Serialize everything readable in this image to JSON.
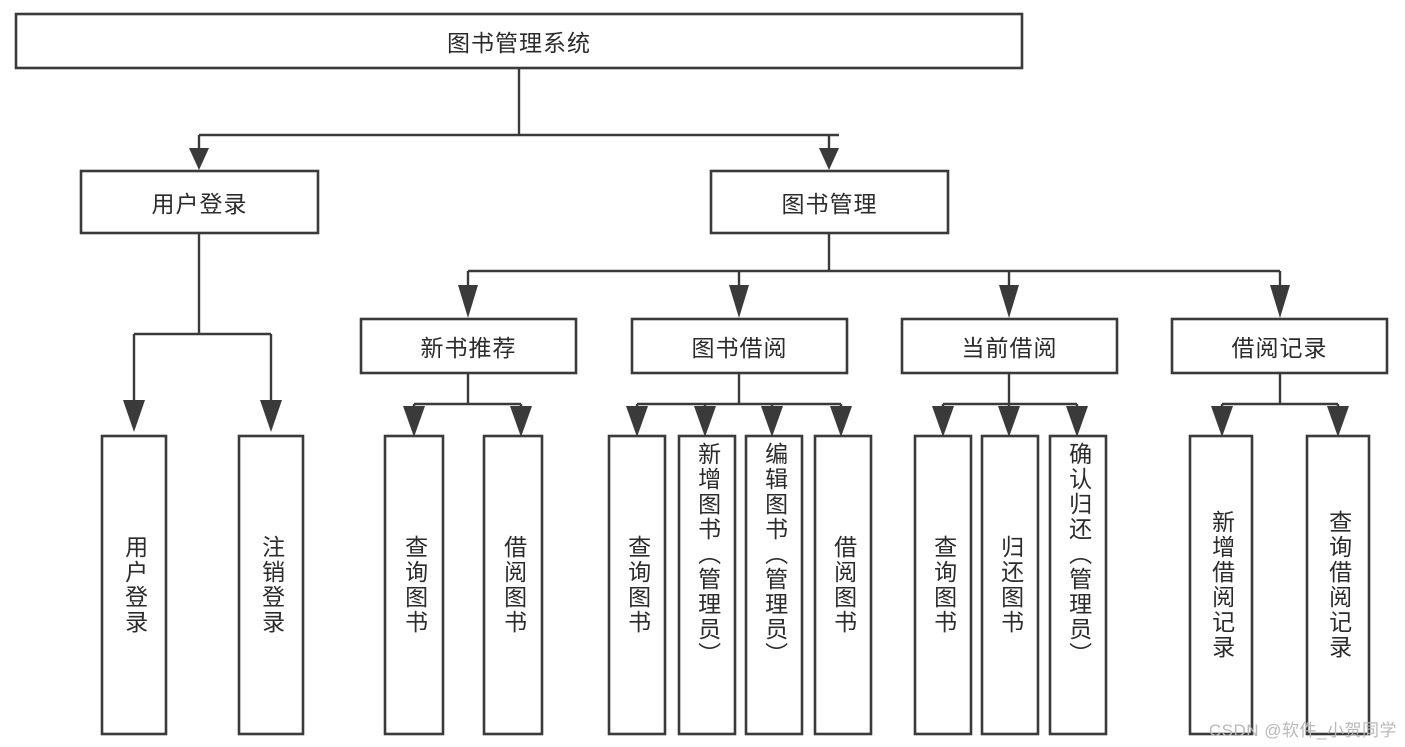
{
  "diagram": {
    "type": "tree-hierarchy-chart",
    "title": "图书管理系统",
    "watermark": "CSDN @软件_小贺同学",
    "colors": {
      "background": "#ffffff",
      "box_fill": "#ffffff",
      "box_stroke": "#3a3a3a",
      "connector": "#3a3a3a",
      "text": "#2b2b2b",
      "watermark": "#b9b9b9"
    },
    "root": {
      "label": "图书管理系统",
      "orientation": "horizontal"
    },
    "level2": [
      {
        "label": "用户登录",
        "orientation": "horizontal"
      },
      {
        "label": "图书管理",
        "orientation": "horizontal"
      }
    ],
    "level3": [
      {
        "label": "新书推荐",
        "orientation": "horizontal"
      },
      {
        "label": "图书借阅",
        "orientation": "horizontal"
      },
      {
        "label": "当前借阅",
        "orientation": "horizontal"
      },
      {
        "label": "借阅记录",
        "orientation": "horizontal"
      }
    ],
    "leaves": {
      "user_login": [
        {
          "label": "用户登录",
          "orientation": "vertical"
        },
        {
          "label": "注销登录",
          "orientation": "vertical"
        }
      ],
      "new_book_recommend": [
        {
          "label": "查询图书",
          "orientation": "vertical"
        },
        {
          "label": "借阅图书",
          "orientation": "vertical"
        }
      ],
      "book_borrow": [
        {
          "label": "查询图书",
          "orientation": "vertical"
        },
        {
          "label": "新增图书（管理员）",
          "orientation": "vertical"
        },
        {
          "label": "编辑图书（管理员）",
          "orientation": "vertical"
        },
        {
          "label": "借阅图书",
          "orientation": "vertical"
        }
      ],
      "current_borrow": [
        {
          "label": "查询图书",
          "orientation": "vertical"
        },
        {
          "label": "归还图书",
          "orientation": "vertical"
        },
        {
          "label": "确认归还（管理员）",
          "orientation": "vertical"
        }
      ],
      "borrow_record": [
        {
          "label": "新增借阅记录",
          "orientation": "vertical"
        },
        {
          "label": "查询借阅记录",
          "orientation": "vertical"
        }
      ]
    }
  }
}
